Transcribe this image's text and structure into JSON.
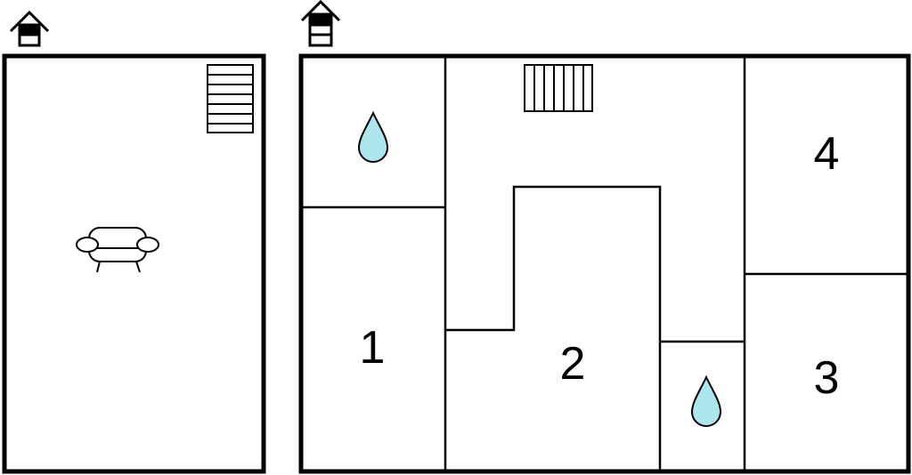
{
  "floors": [
    {
      "name": "ground-floor",
      "icon": "house-level-icon",
      "rooms": []
    },
    {
      "name": "upper-floor",
      "icon": "house-level-icon",
      "rooms": [
        {
          "label": "1"
        },
        {
          "label": "2"
        },
        {
          "label": "3"
        },
        {
          "label": "4"
        }
      ]
    }
  ],
  "colors": {
    "water": "#aee6ee",
    "wall": "#000000"
  }
}
